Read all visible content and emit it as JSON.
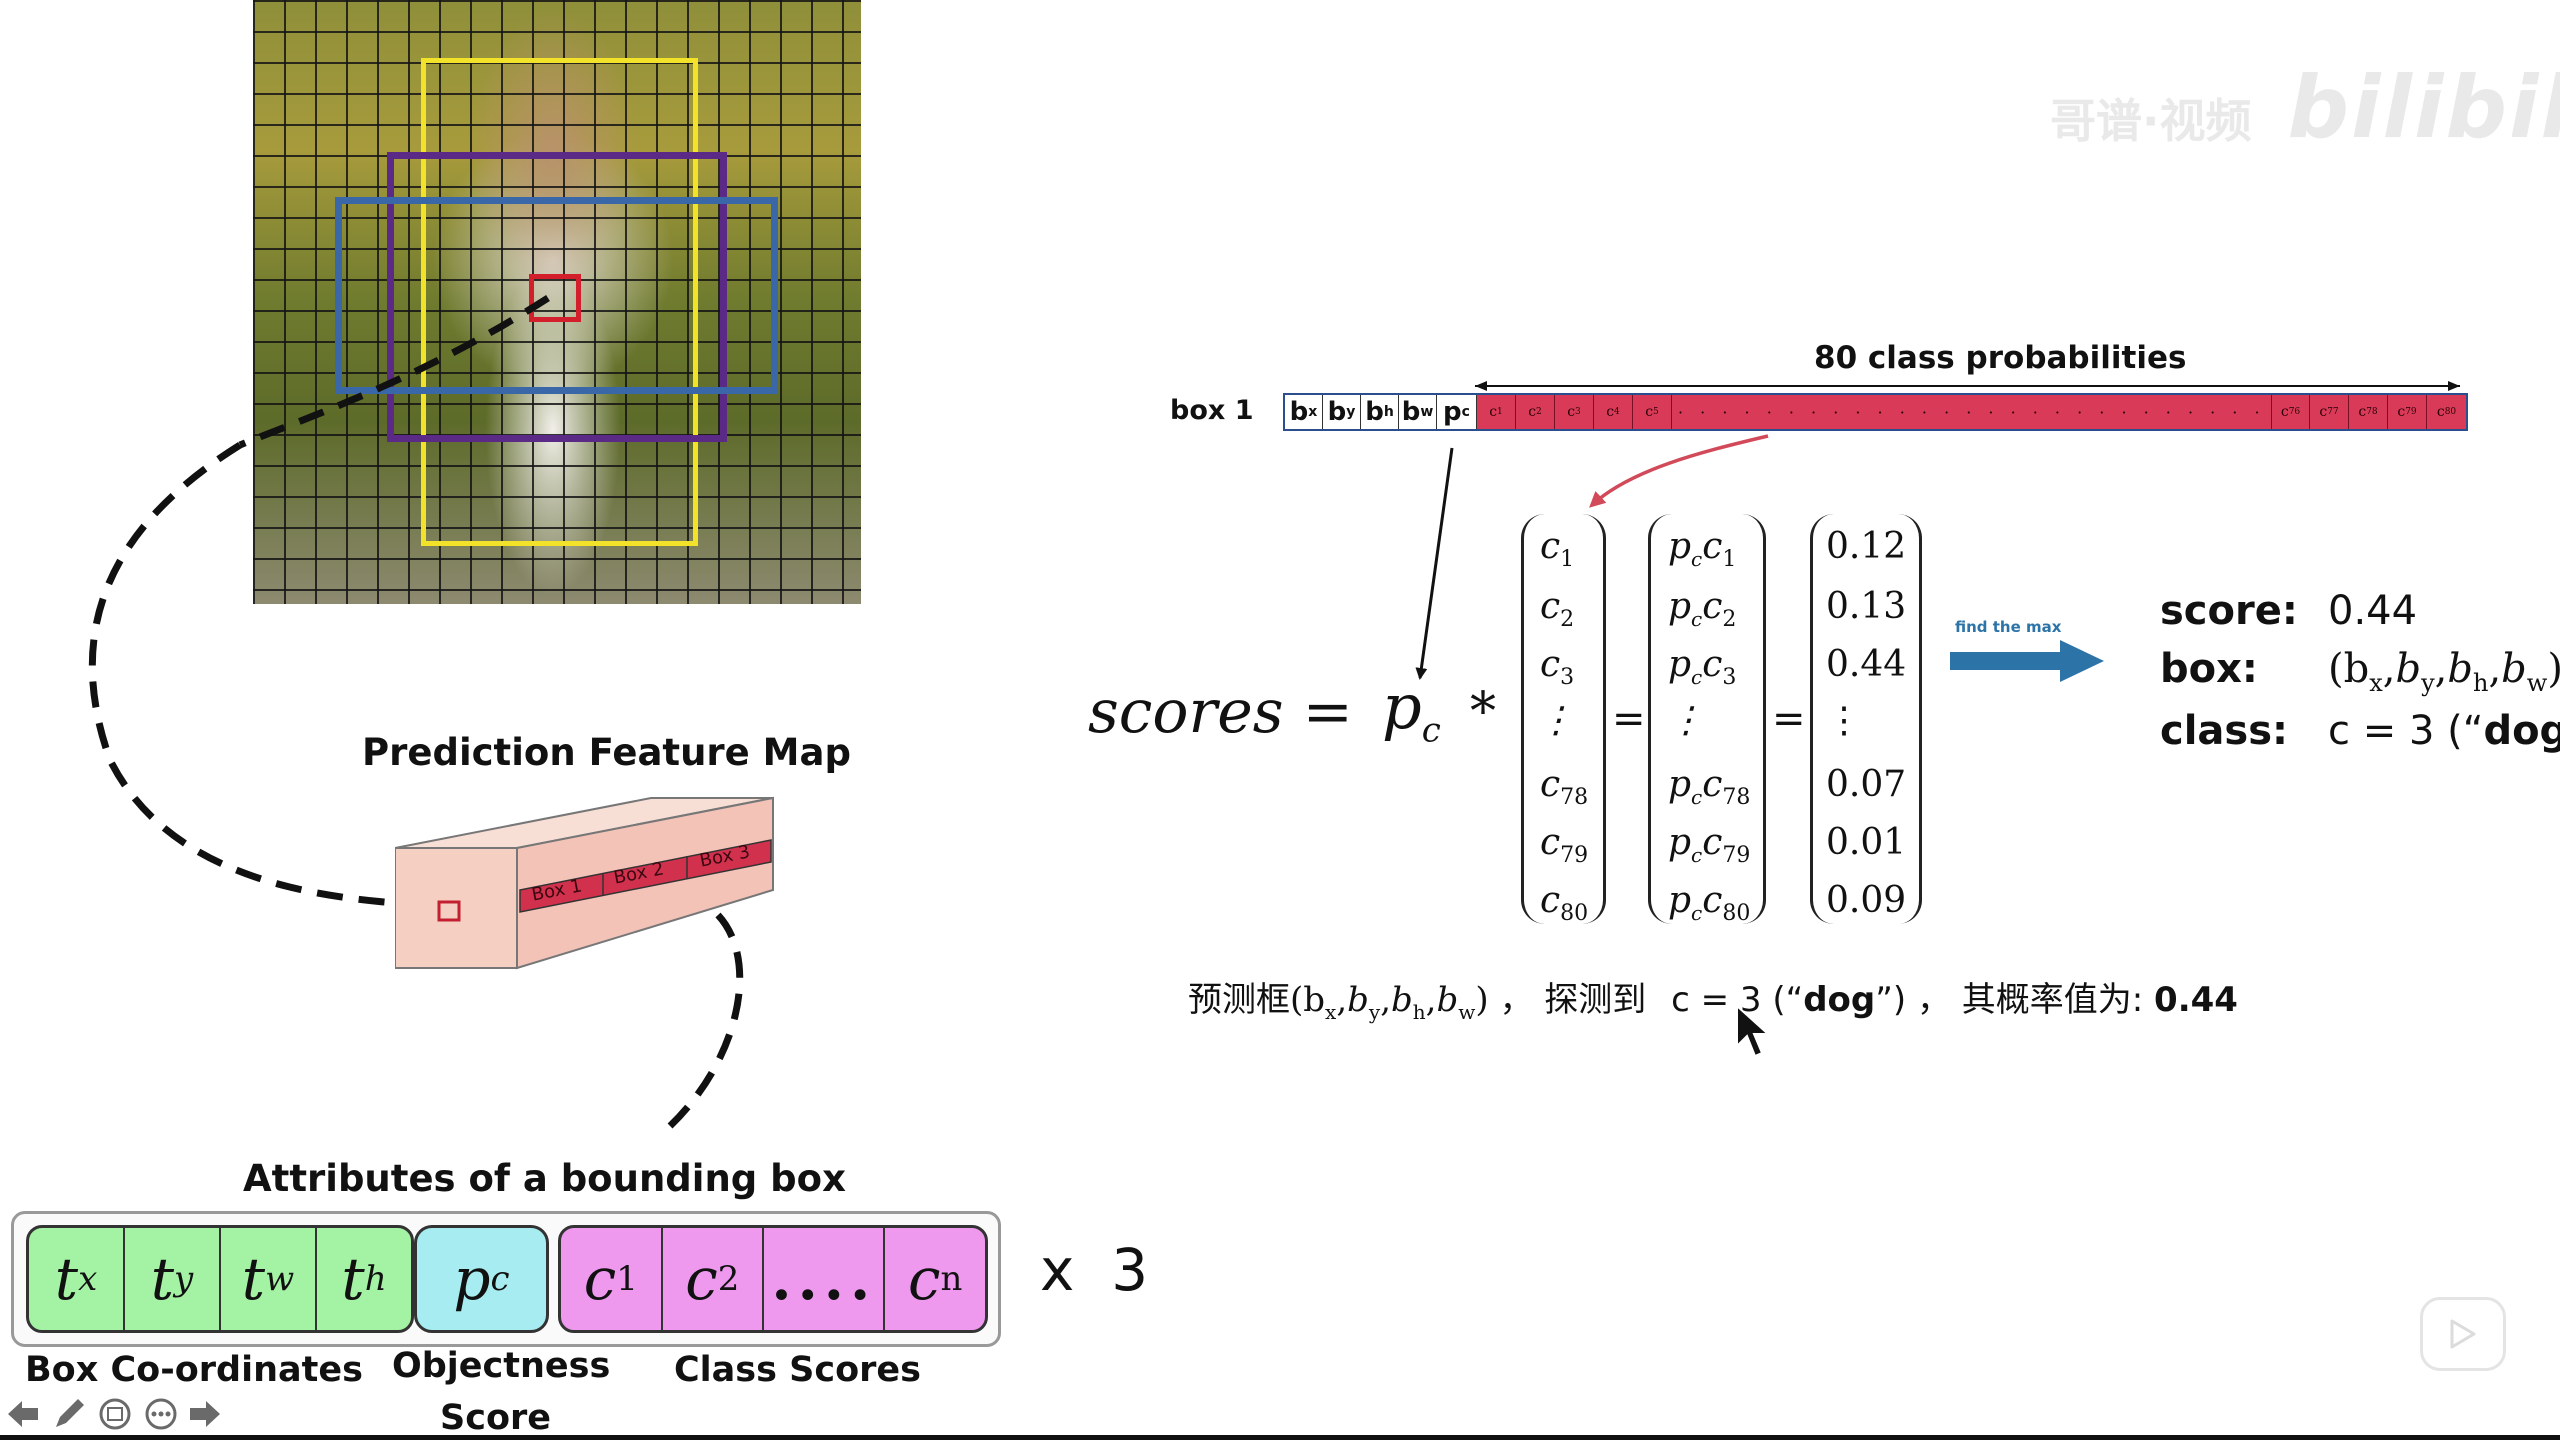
{
  "watermark": {
    "text": "哥谱·视频",
    "brand": "bilibili"
  },
  "feature_map": {
    "title": "Prediction Feature Map",
    "boxes": [
      "Box 1",
      "Box 2",
      "Box 3"
    ]
  },
  "attributes": {
    "title": "Attributes of a bounding box",
    "coords": [
      "t",
      "t",
      "t",
      "t"
    ],
    "coord_subs": [
      "x",
      "y",
      "w",
      "h"
    ],
    "objectness": "p",
    "objectness_sub": "c",
    "classes": [
      "c",
      "c",
      "....",
      "c"
    ],
    "class_subs": [
      "1",
      "2",
      "",
      "n"
    ],
    "multiplier": "x  3",
    "labels": {
      "box": "Box Co-ordinates",
      "obj_line1": "Objectness",
      "obj_line2": "Score",
      "cls": "Class Scores"
    }
  },
  "vector": {
    "label": "box 1",
    "header": "80 class probabilities",
    "coords": [
      "b",
      "b",
      "b",
      "b"
    ],
    "coord_subs": [
      "x",
      "y",
      "h",
      "w"
    ],
    "pc": "p",
    "pc_sub": "c",
    "first_classes": [
      "c",
      "c",
      "c",
      "c",
      "c"
    ],
    "first_subs": [
      "1",
      "2",
      "3",
      "4",
      "5"
    ],
    "last_classes": [
      "c",
      "c",
      "c",
      "c",
      "c"
    ],
    "last_subs": [
      "76",
      "77",
      "78",
      "79",
      "80"
    ],
    "dots": "· · · · · · · · · · · · · · · · · · · · · · · · · · · · · · · · · · · · · · · · · · · · · ·"
  },
  "equation": {
    "lhs": "scores =",
    "pc": "p",
    "pc_sub": "c",
    "times": "*",
    "equals": "=",
    "col1": [
      {
        "b": "c",
        "s": "1"
      },
      {
        "b": "c",
        "s": "2"
      },
      {
        "b": "c",
        "s": "3"
      },
      {
        "b": "⋮",
        "s": ""
      },
      {
        "b": "c",
        "s": "78"
      },
      {
        "b": "c",
        "s": "79"
      },
      {
        "b": "c",
        "s": "80"
      }
    ],
    "col2": [
      {
        "b": "p",
        "m": "c",
        "c": "c",
        "s": "1"
      },
      {
        "b": "p",
        "m": "c",
        "c": "c",
        "s": "2"
      },
      {
        "b": "p",
        "m": "c",
        "c": "c",
        "s": "3"
      },
      {
        "b": "⋮",
        "m": "",
        "c": "",
        "s": ""
      },
      {
        "b": "p",
        "m": "c",
        "c": "c",
        "s": "78"
      },
      {
        "b": "p",
        "m": "c",
        "c": "c",
        "s": "79"
      },
      {
        "b": "p",
        "m": "c",
        "c": "c",
        "s": "80"
      }
    ],
    "col3": [
      "0.12",
      "0.13",
      "0.44",
      "⋮",
      "0.07",
      "0.01",
      "0.09"
    ],
    "arrow_label": "find the max"
  },
  "result": {
    "score_label": "score:",
    "score_value": "0.44",
    "box_label": "box:",
    "box_value": "(b",
    "class_label": "class:",
    "class_value": "c = 3 (“",
    "class_name": "dog",
    "class_close": "”)"
  },
  "caption": {
    "prefix": "预测框",
    "box": "(b",
    "mid": "， 探测到",
    "cls": "c = 3 (“",
    "dog": "dog",
    "cls_close": "”)",
    "suffix": "， 其概率值为:",
    "prob": "0.44"
  },
  "colors": {
    "yellow_box": "#f2e32a",
    "purple_box": "#5b2a86",
    "blue_box": "#3a67a8",
    "red_box": "#d21f2b",
    "class_red": "#d93a57",
    "coord_green": "#a4f3a4",
    "objectness_cyan": "#a6ecf0",
    "class_pink": "#ee99ee",
    "arrow_blue": "#2c74a8",
    "feature_map": "#f6cfc3"
  }
}
